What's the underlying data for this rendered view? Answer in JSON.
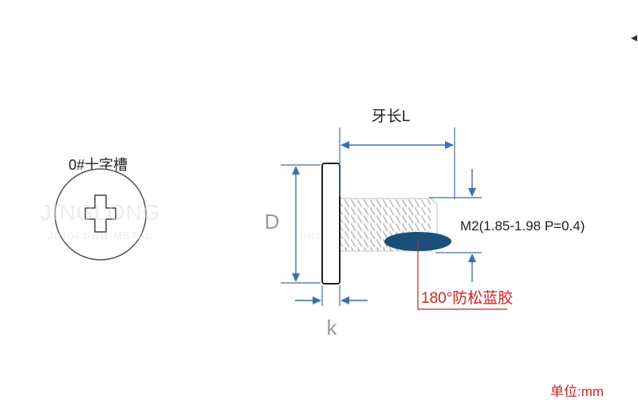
{
  "head_label": "0#十字槽",
  "thread_length_label": "牙长L",
  "diameter_label": "D",
  "head_height_label": "k",
  "thread_spec": "M2(1.85-1.98 P=0.4)",
  "patch_label": "180°防松蓝胶",
  "unit_label": "单位:mm",
  "colors": {
    "dimension_blue": "#3d6fb0",
    "patch_blue": "#1b4f7a",
    "patch_red": "#d62020",
    "outline": "#222222",
    "label_gray": "#9a9a9a"
  }
}
